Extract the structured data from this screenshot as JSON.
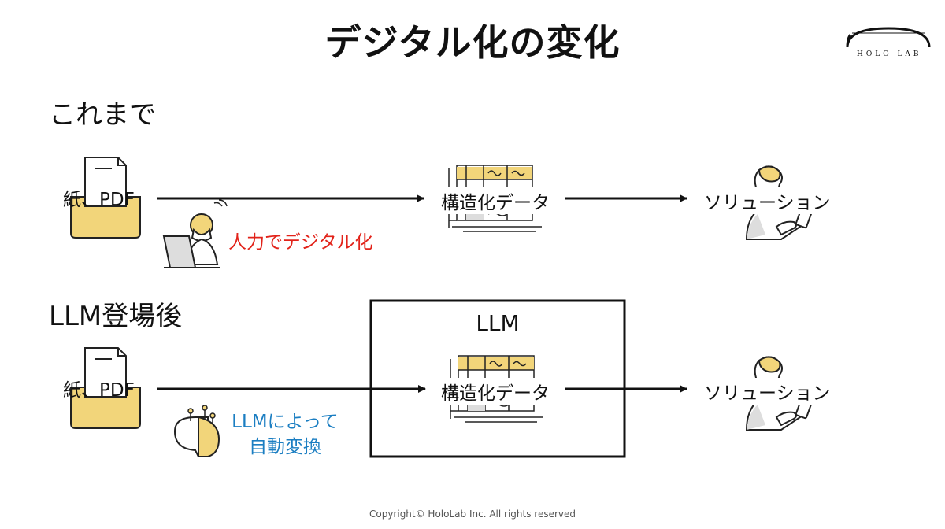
{
  "slide": {
    "title": "デジタル化の変化",
    "logo_text": "HOLO LAB",
    "footer": "Copyright© HoloLab Inc. All rights reserved"
  },
  "before": {
    "heading": "これまで",
    "source_label": "紙、PDF",
    "middle_label": "構造化データ",
    "target_label": "ソリューション",
    "process_label": "人力でデジタル化"
  },
  "after": {
    "heading": "LLM登場後",
    "source_label": "紙、PDF",
    "box_title": "LLM",
    "middle_label": "構造化データ",
    "target_label": "ソリューション",
    "process_label_line1": "LLMによって",
    "process_label_line2": "自動変換"
  },
  "colors": {
    "accent_yellow": "#f2d57a",
    "before_process": "#e2231a",
    "after_process": "#1b7ec2"
  },
  "icons": {
    "document_tray": "document-tray-icon",
    "data_table": "data-table-icon",
    "person_phone": "person-with-phone-icon",
    "person_laptop": "person-at-laptop-icon",
    "ai_brain": "ai-brain-icon"
  }
}
